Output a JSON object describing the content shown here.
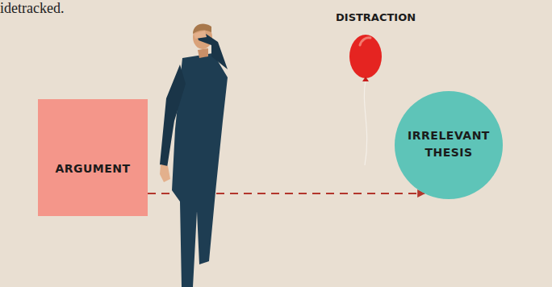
{
  "diagram": {
    "nodes": [
      {
        "text": [
          "ARGUMENT"
        ]
      },
      {
        "text": [
          "IRRELEVANT THESIS"
        ]
      }
    ],
    "edges": [
      {
        "from": 0,
        "to": 1,
        "arrow": "to"
      }
    ],
    "labels": [
      "idetracked.",
      "DISTRACTION"
    ]
  }
}
